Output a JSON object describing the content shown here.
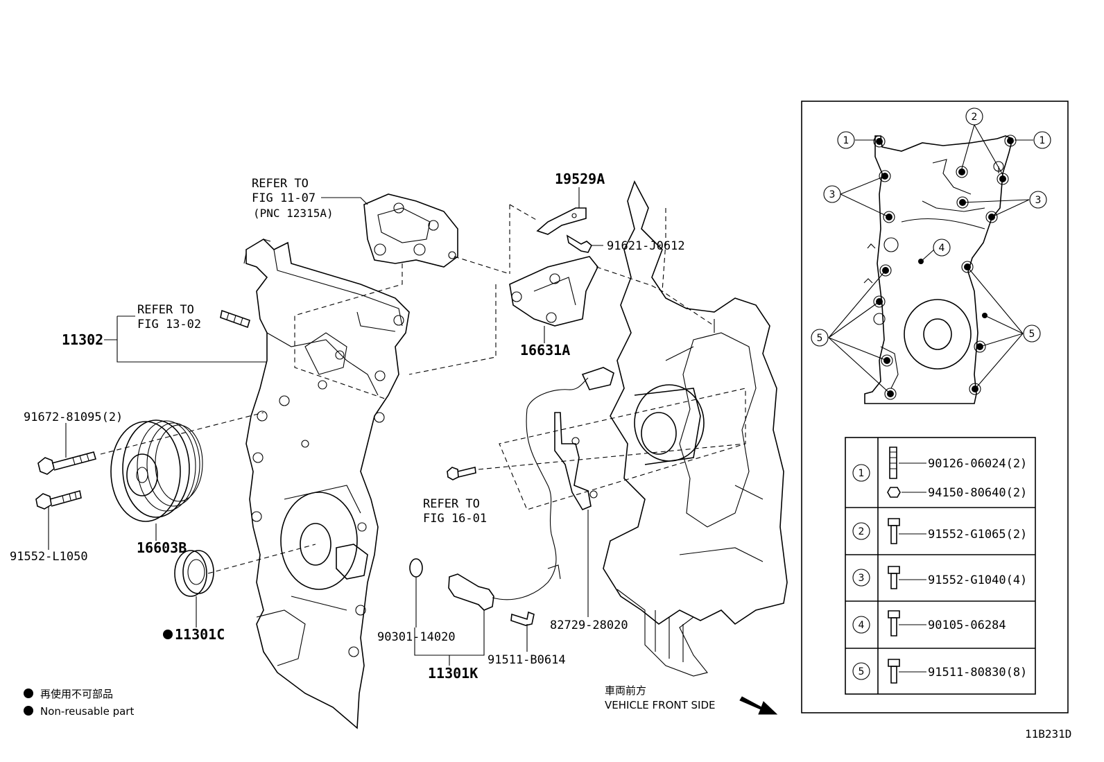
{
  "diagram_code": "11B231D",
  "labels": {
    "p11302": "11302",
    "p16603B": "16603B",
    "p11301C": "11301C",
    "p19529A": "19529A",
    "p16631A": "16631A",
    "p11301K": "11301K",
    "p91672": "91672-81095(2)",
    "p91552L": "91552-L1050",
    "p91621": "91621-J0612",
    "p90301": "90301-14020",
    "p91511B": "91511-B0614",
    "p82729": "82729-28020"
  },
  "refs": {
    "r1107_l1": "REFER TO",
    "r1107_l2": "FIG 11-07",
    "r1107_l3": "(PNC 12315A)",
    "r1302_l1": "REFER TO",
    "r1302_l2": "FIG 13-02",
    "r1601_l1": "REFER TO",
    "r1601_l2": "FIG 16-01"
  },
  "direction": {
    "jp": "車両前方",
    "en": "VEHICLE FRONT SIDE"
  },
  "legend": {
    "jp": "再使用不可部品",
    "en": "Non-reusable part",
    "marker": "●"
  },
  "inset_markers": {
    "m1": "1",
    "m2": "2",
    "m3": "3",
    "m4": "4",
    "m5": "5"
  },
  "bolt_table": [
    {
      "no": "1",
      "parts": [
        "90126-06024(2)",
        "94150-80640(2)"
      ]
    },
    {
      "no": "2",
      "parts": [
        "91552-G1065(2)"
      ]
    },
    {
      "no": "3",
      "parts": [
        "91552-G1040(4)"
      ]
    },
    {
      "no": "4",
      "parts": [
        "90105-06284"
      ]
    },
    {
      "no": "5",
      "parts": [
        "91511-80830(8)"
      ]
    }
  ]
}
